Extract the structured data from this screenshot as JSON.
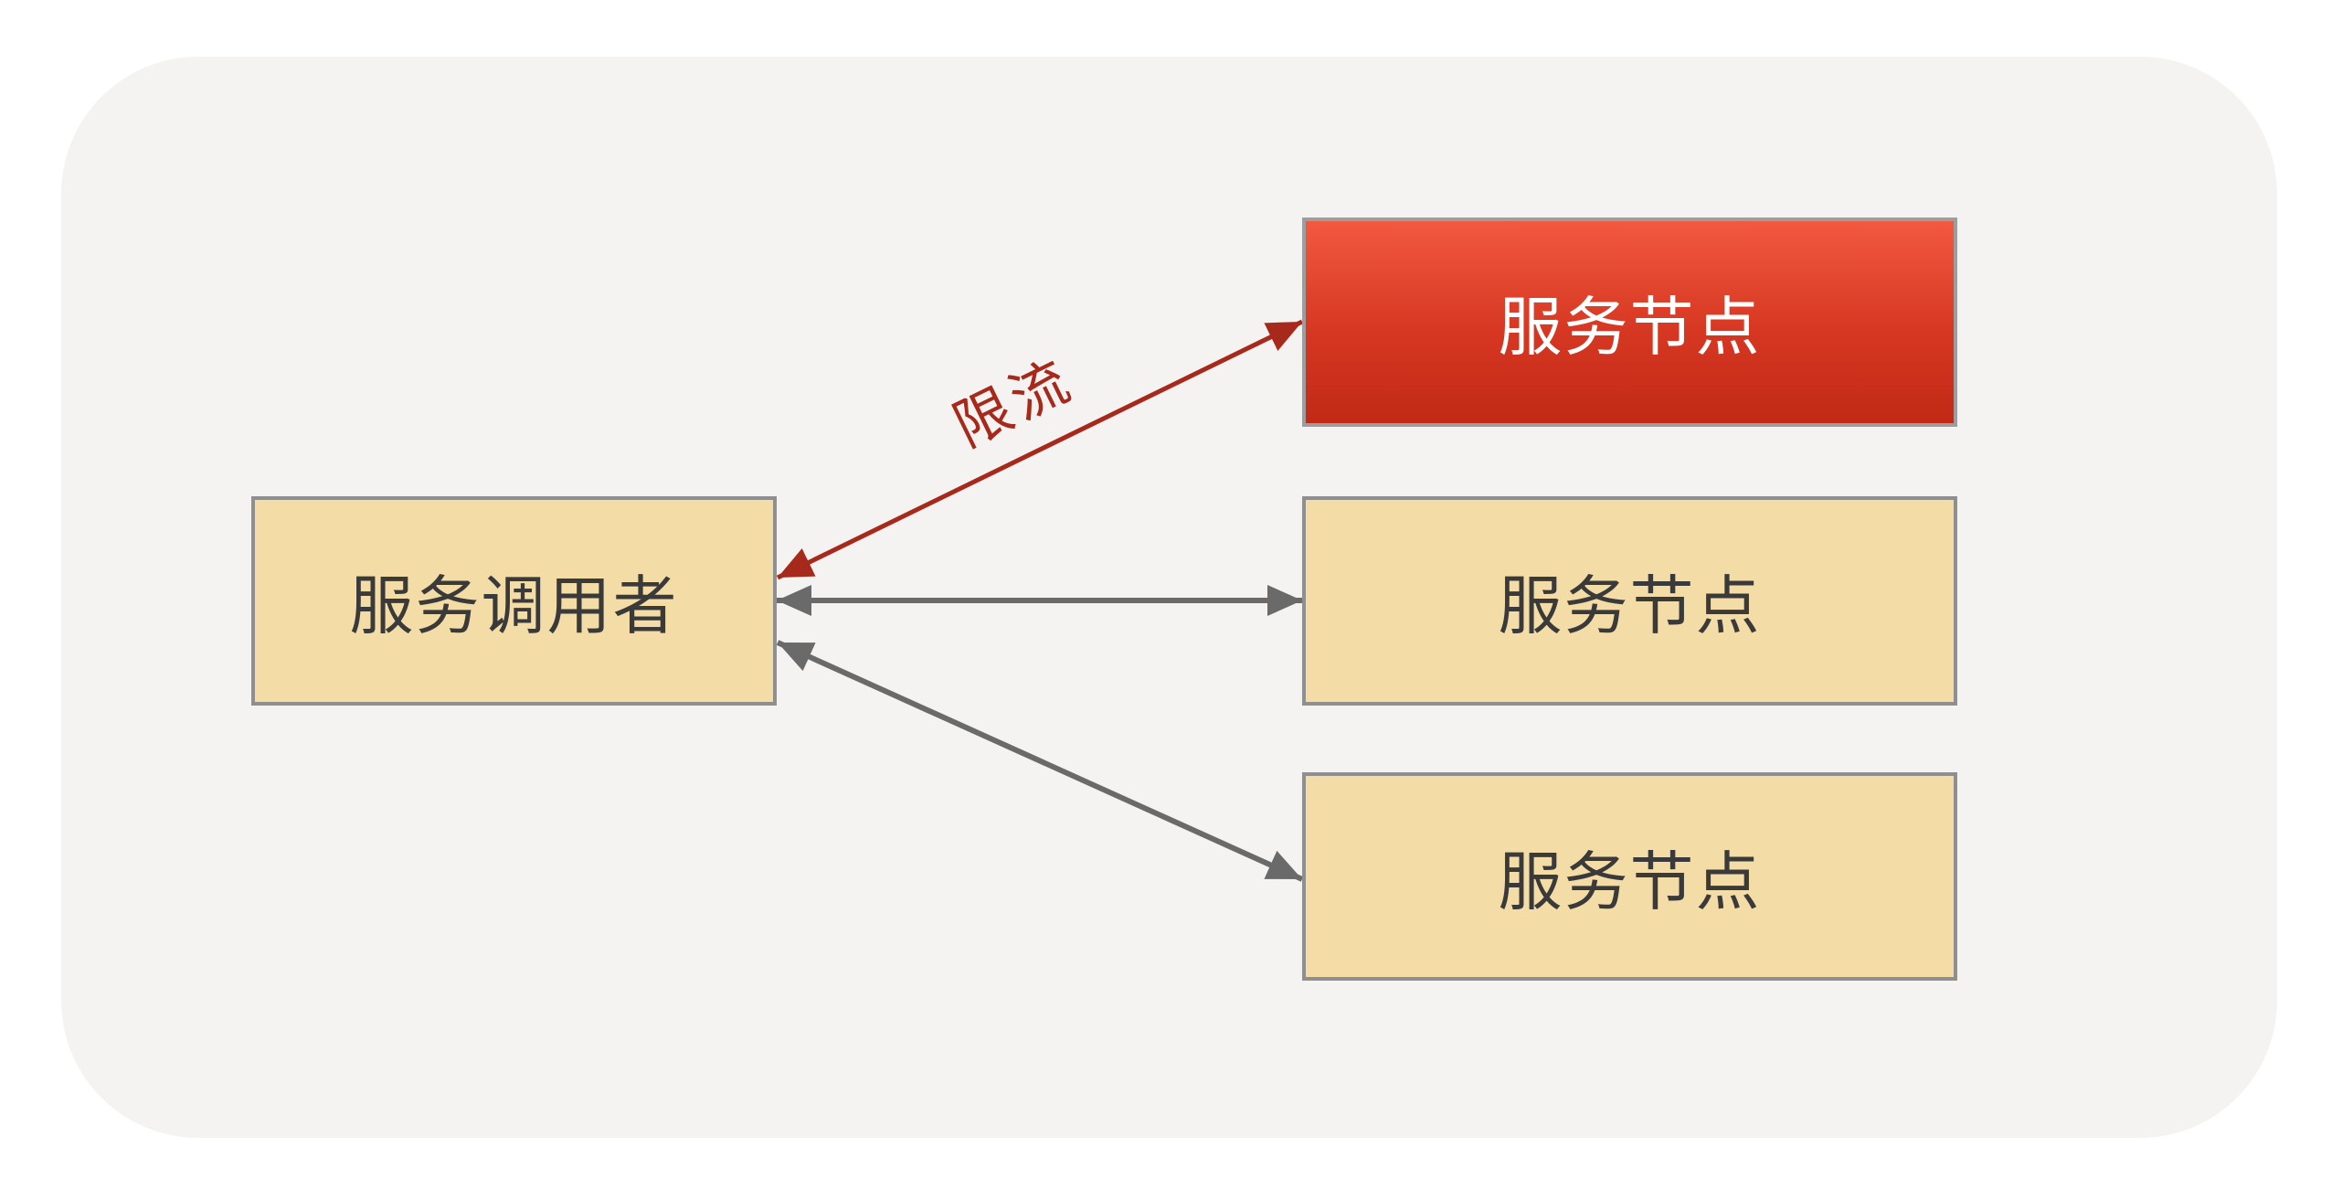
{
  "diagram": {
    "caller": {
      "label": "服务调用者"
    },
    "nodes": [
      {
        "label": "服务节点",
        "status": "rate-limited"
      },
      {
        "label": "服务节点",
        "status": "normal"
      },
      {
        "label": "服务节点",
        "status": "normal"
      }
    ],
    "edges": [
      {
        "from": "服务调用者",
        "to": "服务节点",
        "label": "限流",
        "style": "red-double-arrow"
      },
      {
        "from": "服务调用者",
        "to": "服务节点",
        "label": "",
        "style": "gray-double-arrow"
      },
      {
        "from": "服务调用者",
        "to": "服务节点",
        "label": "",
        "style": "gray-double-arrow"
      }
    ]
  },
  "theme": {
    "page-bg": "#ffffff",
    "panel-bg": "#f4f3f1",
    "node-fill": "#f4dca7",
    "node-border": "#8f8f8f",
    "node-text": "#3a3a3a",
    "limited-node-top": "#f2593f",
    "limited-node-mid": "#d63722",
    "limited-node-bottom": "#c12a16",
    "limited-node-text": "#ffffff",
    "arrow-gray": "#6a6a6a",
    "arrow-red": "#a6291b"
  }
}
